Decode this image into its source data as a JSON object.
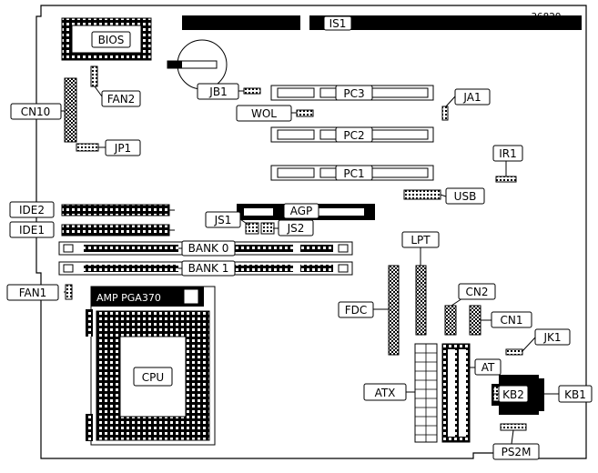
{
  "reference_number": "36829",
  "labels": {
    "bios": "BIOS",
    "is1": "IS1",
    "jb1": "JB1",
    "fan2": "FAN2",
    "cn10": "CN10",
    "pc3": "PC3",
    "ja1": "JA1",
    "wol": "WOL",
    "jp1": "JP1",
    "pc2": "PC2",
    "ir1": "IR1",
    "pc1": "PC1",
    "usb": "USB",
    "ide2": "IDE2",
    "agp": "AGP",
    "js1": "JS1",
    "js2": "JS2",
    "ide1": "IDE1",
    "lpt": "LPT",
    "bank0": "BANK 0",
    "bank1": "BANK 1",
    "fan1": "FAN1",
    "socket": "AMP PGA370",
    "cn2": "CN2",
    "fdc": "FDC",
    "cn1": "CN1",
    "jk1": "JK1",
    "cpu": "CPU",
    "at": "AT",
    "atx": "ATX",
    "kb2": "KB2",
    "kb1": "KB1",
    "ps2m": "PS2M"
  }
}
